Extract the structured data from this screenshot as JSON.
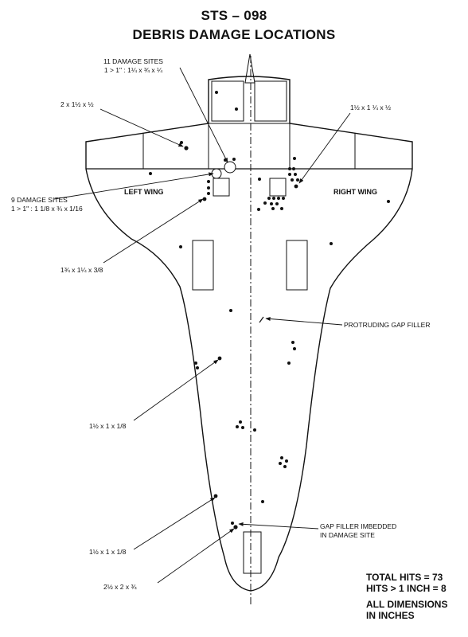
{
  "title": "STS – 098",
  "subtitle": "DEBRIS DAMAGE LOCATIONS",
  "wings": {
    "left": "LEFT WING",
    "right": "RIGHT WING"
  },
  "callouts": {
    "damage11_line1": "11 DAMAGE SITES",
    "damage11_line2": "1 > 1\" : 1¼ x ¾ x ¼",
    "c_2x1half": "2 x 1½  x ½",
    "c_right_top": "1½  x 1 ¼  x ½",
    "damage9_line1": "9 DAMAGE SITES",
    "damage9_line2": "1 > 1\" : 1 1/8  x ¾ x 1/16",
    "c_1_3_4": "1¾ x 1¼  x 3/8",
    "gap_filler": "PROTRUDING GAP FILLER",
    "c_mid": "1½  x 1 x 1/8",
    "gap_imbedded_line1": "GAP FILLER IMBEDDED",
    "gap_imbedded_line2": "IN DAMAGE SITE",
    "c_lower": "1½  x 1 x 1/8",
    "c_bottom": "2½  x 2 x ¾"
  },
  "summary": {
    "total_hits": "TOTAL HITS = 73",
    "hits_over_1": "HITS > 1 INCH = 8",
    "dims_line1": "ALL DIMENSIONS",
    "dims_line2": "IN INCHES"
  }
}
